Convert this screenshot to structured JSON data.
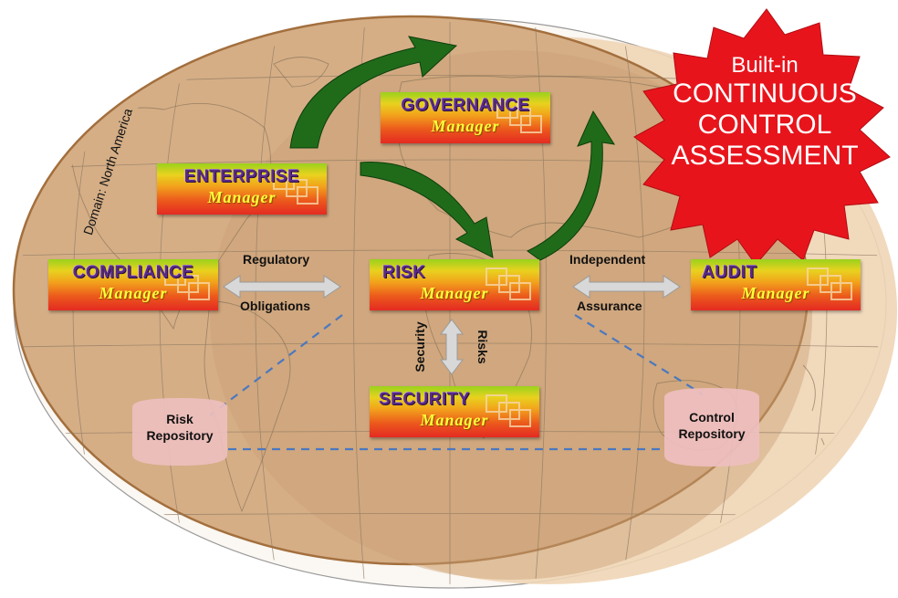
{
  "domain_label": "Domain: North America",
  "burst": {
    "line1": "Built-in",
    "line2": "CONTINUOUS",
    "line3": "CONTROL",
    "line4": "ASSESSMENT",
    "color": "#e8141c"
  },
  "managers": {
    "governance": {
      "title": "GOVERNANCE",
      "sub": "Manager"
    },
    "enterprise": {
      "title": "ENTERPRISE",
      "sub": "Manager"
    },
    "compliance": {
      "title": "COMPLIANCE",
      "sub": "Manager"
    },
    "risk": {
      "title": "RISK",
      "sub": "Manager"
    },
    "audit": {
      "title": "AUDIT",
      "sub": "Manager"
    },
    "security": {
      "title": "SECURITY",
      "sub": "Manager"
    }
  },
  "links": {
    "regulatory": "Regulatory",
    "obligations": "Obligations",
    "independent": "Independent",
    "assurance": "Assurance",
    "security": "Security",
    "risks": "Risks"
  },
  "repositories": {
    "risk": {
      "line1": "Risk",
      "line2": "Repository"
    },
    "control": {
      "line1": "Control",
      "line2": "Repository"
    }
  },
  "colors": {
    "map_fill": "#d2ab82",
    "map_border": "#a36f3d",
    "halo_fill": "#f1d8bc",
    "cycle_arrow": "#1f6b1a",
    "repo_fill": "#eebfbf",
    "dashed_line": "#4a78c0"
  }
}
